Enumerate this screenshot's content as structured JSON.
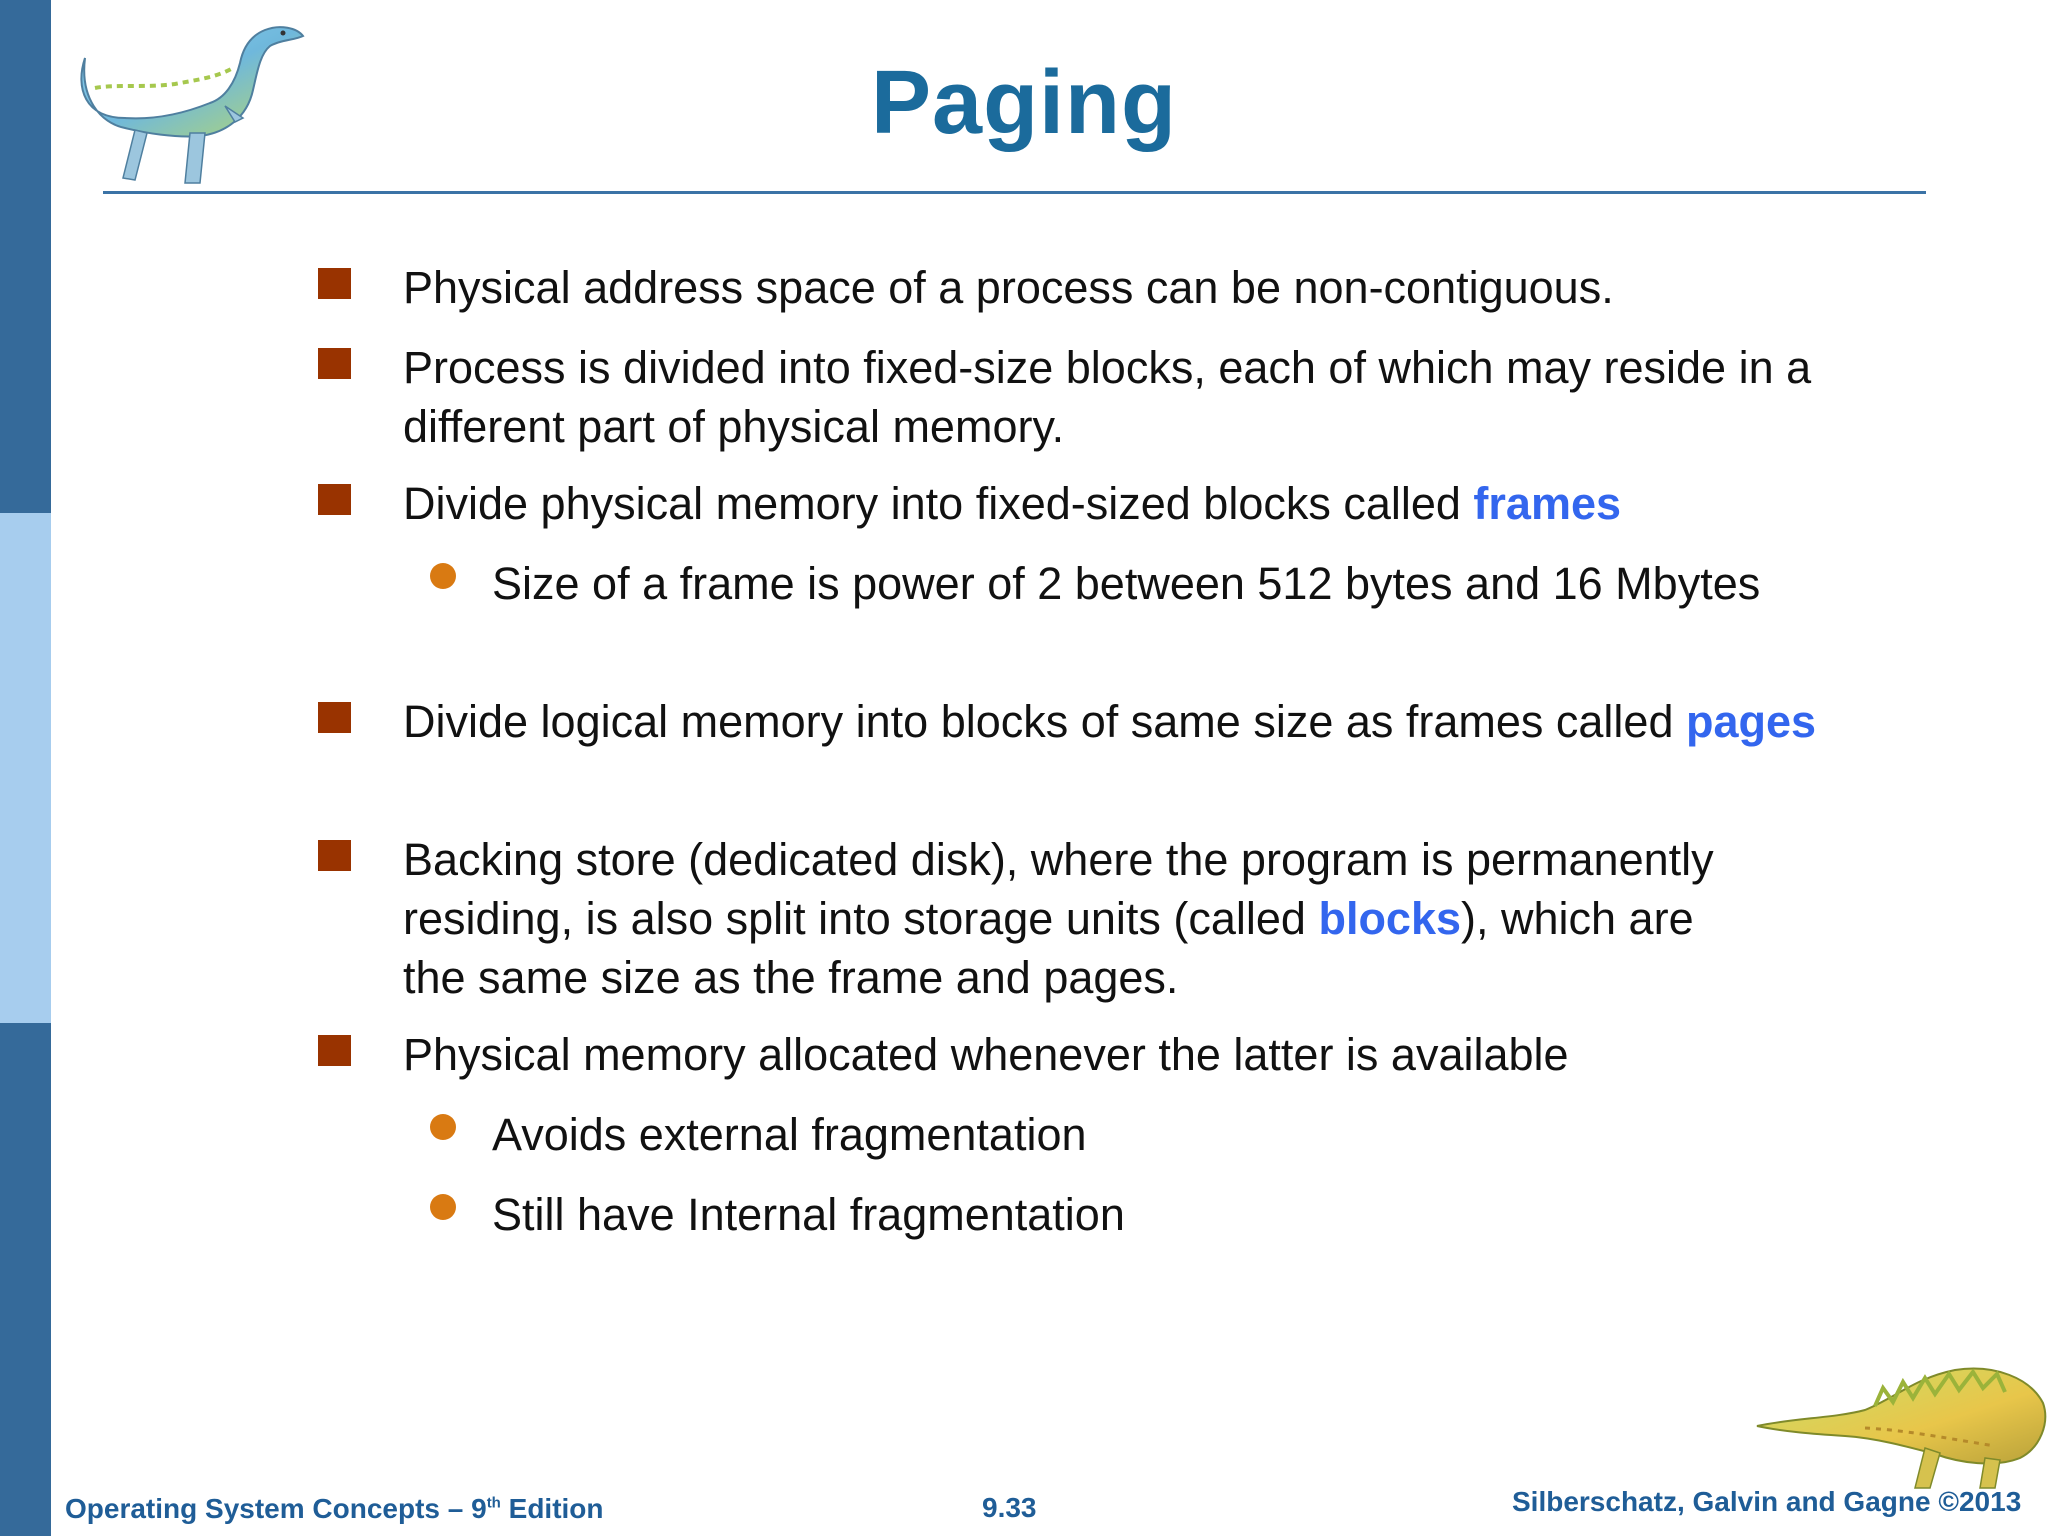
{
  "colors": {
    "title": "#1b6b9c",
    "rule": "#3b73a6",
    "sidebar_dark": "#356a9a",
    "sidebar_light": "#a7cdee",
    "square_bullet": "#993300",
    "dot_bullet": "#d97a12",
    "highlight": "#3366ee",
    "footer": "#1f5d97"
  },
  "slide": {
    "title": "Paging"
  },
  "bullets": [
    {
      "runs": [
        {
          "text": "Physical  address space of a process can be non-contiguous."
        }
      ]
    },
    {
      "runs": [
        {
          "text": "Process is divided into fixed-size blocks, each of which may reside in a different part of physical memory."
        }
      ]
    },
    {
      "runs": [
        {
          "text": "Divide physical memory into fixed-sized blocks called "
        },
        {
          "text": "frames",
          "emphasis": true
        }
      ]
    },
    {
      "runs": [
        {
          "text": "Size of  a frame  is power of 2  between 512 bytes and 16 Mbytes"
        }
      ]
    },
    {
      "runs": [
        {
          "text": "Divide logical memory into blocks of same size as frames called "
        },
        {
          "text": "pages",
          "emphasis": true
        }
      ]
    },
    {
      "runs": [
        {
          "text": "Backing store (dedicated disk), where the program is permanently residing, is also split  into storage units (called "
        },
        {
          "text": "blocks",
          "emphasis": true
        },
        {
          "text": "), which are the same size as the frame and pages."
        }
      ]
    },
    {
      "runs": [
        {
          "text": "Physical memory allocated  whenever the latter is available"
        }
      ]
    },
    {
      "runs": [
        {
          "text": "Avoids external fragmentation"
        }
      ]
    },
    {
      "runs": [
        {
          "text": "Still have Internal fragmentation"
        }
      ]
    }
  ],
  "footer": {
    "left_text": "Operating System Concepts – 9",
    "left_sup": "th",
    "left_suffix": " Edition",
    "center": "9.33",
    "right": "Silberschatz, Galvin and Gagne ©2013"
  },
  "icons": {
    "top_left": "dinosaur-standing-illustration",
    "bottom_right": "dinosaur-crawling-illustration"
  }
}
